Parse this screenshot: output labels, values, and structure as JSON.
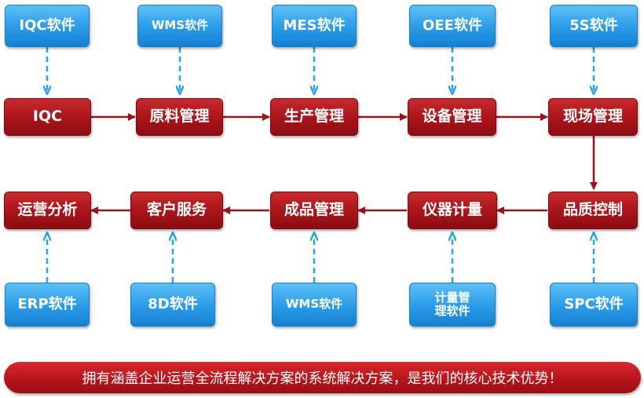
{
  "software_top": [
    "IQC软件",
    "WMS软件",
    "MES软件",
    "OEE软件",
    "5S软件"
  ],
  "process_row1": [
    "IQC",
    "原料管理",
    "生产管理",
    "设备管理",
    "现场管理"
  ],
  "process_row2": [
    "运营分析",
    "客户服务",
    "成品管理",
    "仪器计量",
    "品质控制"
  ],
  "software_bottom": [
    "ERP软件",
    "8D软件",
    "WMS软件",
    "计量管\n理软件",
    "SPC软件"
  ],
  "banner": "拥有涵盖企业运营全流程解决方案的系统解决方案，是我们的核心技术优势！",
  "colors": {
    "software_box": "#2a9be7",
    "process_box": "#a8141a",
    "solid_arrow": "#9c1117",
    "dashed_arrow": "#29a3ea",
    "banner": "#c11c22"
  }
}
